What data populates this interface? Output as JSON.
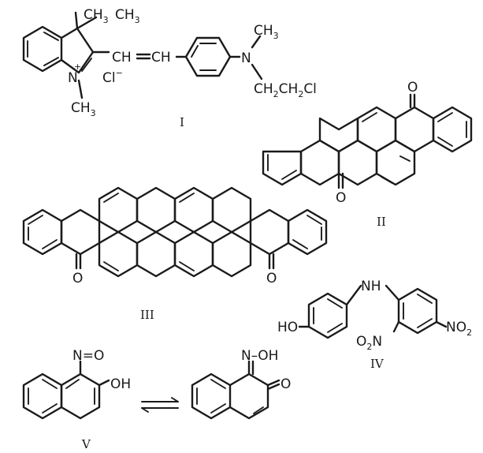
{
  "structures": {
    "I": {
      "roman": "I",
      "ch3_a": "CH",
      "ch3_a_sub": "3",
      "ch3_b": "CH",
      "ch3_b_sub": "3",
      "ch_a": "CH",
      "ch_b": "CH",
      "n_indole": "N",
      "n_charge": "+",
      "chloride": "Cl",
      "chloride_charge": "−",
      "ch3_n": "CH",
      "ch3_n_sub": "3",
      "n_amine": "N",
      "ch3_top": "CH",
      "ch3_top_sub": "3",
      "chain_a": "CH",
      "chain_a_sub": "2",
      "chain_b": "CH",
      "chain_b_sub": "2",
      "chain_cl": "Cl"
    },
    "II": {
      "roman": "II",
      "o_top": "O",
      "o_bottom": "O"
    },
    "III": {
      "roman": "III",
      "o_left": "O",
      "o_right": "O"
    },
    "IV": {
      "roman": "IV",
      "nh": "NH",
      "ho": "HO",
      "no2_a": "O",
      "no2_a_sub": "2",
      "no2_a_n": "N",
      "no2_b": "NO",
      "no2_b_sub": "2"
    },
    "V": {
      "roman": "V",
      "nitroso": "N=O",
      "oh": "OH",
      "oxime": "N–OH",
      "keto_o": "O"
    }
  }
}
